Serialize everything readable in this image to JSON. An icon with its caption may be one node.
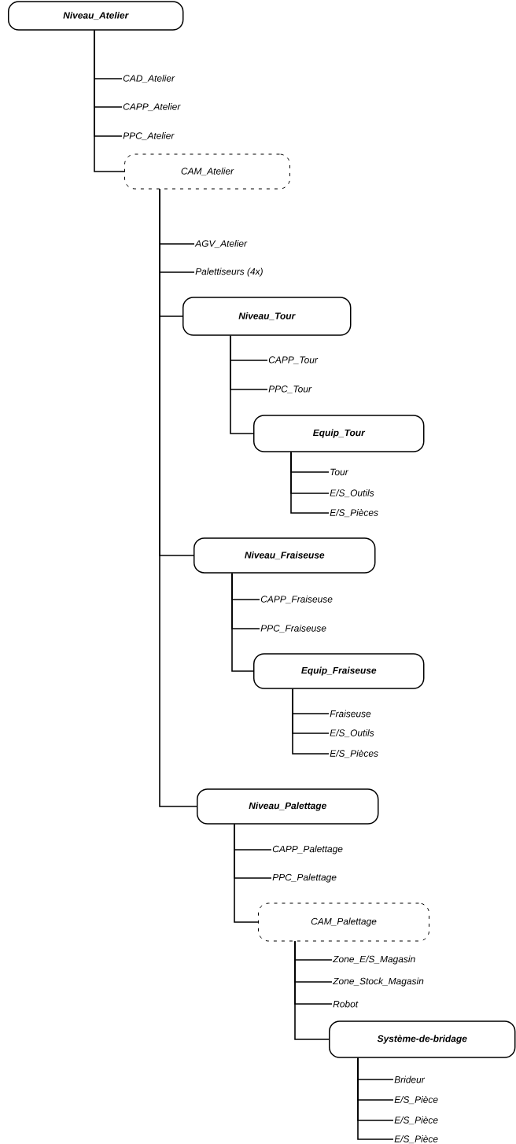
{
  "diagram": {
    "nodes": [
      {
        "text": [
          "Niveau_Atelier"
        ]
      },
      {
        "text": [
          "CAD_Atelier"
        ]
      },
      {
        "text": [
          "CAPP_Atelier"
        ]
      },
      {
        "text": [
          "PPC_Atelier"
        ]
      },
      {
        "text": [
          "CAM_Atelier"
        ]
      },
      {
        "text": [
          "AGV_Atelier"
        ]
      },
      {
        "text": [
          "Palettiseurs (4x)"
        ]
      },
      {
        "text": [
          "Niveau_Tour"
        ]
      },
      {
        "text": [
          "CAPP_Tour"
        ]
      },
      {
        "text": [
          "PPC_Tour"
        ]
      },
      {
        "text": [
          "Equip_Tour"
        ]
      },
      {
        "text": [
          "Tour"
        ]
      },
      {
        "text": [
          "E/S_Outils"
        ]
      },
      {
        "text": [
          "E/S_Pièces"
        ]
      },
      {
        "text": [
          "Niveau_Fraiseuse"
        ]
      },
      {
        "text": [
          "CAPP_Fraiseuse"
        ]
      },
      {
        "text": [
          "PPC_Fraiseuse"
        ]
      },
      {
        "text": [
          "Equip_Fraiseuse"
        ]
      },
      {
        "text": [
          "Fraiseuse"
        ]
      },
      {
        "text": [
          "E/S_Outils"
        ]
      },
      {
        "text": [
          "E/S_Pièces"
        ]
      },
      {
        "text": [
          "Niveau_Palettage"
        ]
      },
      {
        "text": [
          "CAPP_Palettage"
        ]
      },
      {
        "text": [
          "PPC_Palettage"
        ]
      },
      {
        "text": [
          "CAM_Palettage"
        ]
      },
      {
        "text": [
          "Zone_E/S_Magasin"
        ]
      },
      {
        "text": [
          "Zone_Stock_Magasin"
        ]
      },
      {
        "text": [
          "Robot"
        ]
      },
      {
        "text": [
          "Système-de-bridage"
        ]
      },
      {
        "text": [
          "Brideur"
        ]
      },
      {
        "text": [
          "E/S_Pièce"
        ]
      },
      {
        "text": [
          "E/S_Pièce"
        ]
      },
      {
        "text": [
          "E/S_Pièce"
        ]
      }
    ],
    "edges": [
      {
        "from": 0,
        "to": 1,
        "arrow": "none"
      },
      {
        "from": 0,
        "to": 2,
        "arrow": "none"
      },
      {
        "from": 0,
        "to": 3,
        "arrow": "none"
      },
      {
        "from": 0,
        "to": 4,
        "arrow": "none"
      },
      {
        "from": 4,
        "to": 5,
        "arrow": "none"
      },
      {
        "from": 4,
        "to": 6,
        "arrow": "none"
      },
      {
        "from": 4,
        "to": 7,
        "arrow": "none"
      },
      {
        "from": 4,
        "to": 14,
        "arrow": "none"
      },
      {
        "from": 4,
        "to": 21,
        "arrow": "none"
      },
      {
        "from": 7,
        "to": 8,
        "arrow": "none"
      },
      {
        "from": 7,
        "to": 9,
        "arrow": "none"
      },
      {
        "from": 7,
        "to": 10,
        "arrow": "none"
      },
      {
        "from": 10,
        "to": 11,
        "arrow": "none"
      },
      {
        "from": 10,
        "to": 12,
        "arrow": "none"
      },
      {
        "from": 10,
        "to": 13,
        "arrow": "none"
      },
      {
        "from": 14,
        "to": 15,
        "arrow": "none"
      },
      {
        "from": 14,
        "to": 16,
        "arrow": "none"
      },
      {
        "from": 14,
        "to": 17,
        "arrow": "none"
      },
      {
        "from": 17,
        "to": 18,
        "arrow": "none"
      },
      {
        "from": 17,
        "to": 19,
        "arrow": "none"
      },
      {
        "from": 17,
        "to": 20,
        "arrow": "none"
      },
      {
        "from": 21,
        "to": 22,
        "arrow": "none"
      },
      {
        "from": 21,
        "to": 23,
        "arrow": "none"
      },
      {
        "from": 21,
        "to": 24,
        "arrow": "none"
      },
      {
        "from": 24,
        "to": 25,
        "arrow": "none"
      },
      {
        "from": 24,
        "to": 26,
        "arrow": "none"
      },
      {
        "from": 24,
        "to": 27,
        "arrow": "none"
      },
      {
        "from": 24,
        "to": 28,
        "arrow": "none"
      },
      {
        "from": 28,
        "to": 29,
        "arrow": "none"
      },
      {
        "from": 28,
        "to": 30,
        "arrow": "none"
      },
      {
        "from": 28,
        "to": 31,
        "arrow": "none"
      },
      {
        "from": 28,
        "to": 32,
        "arrow": "none"
      }
    ]
  }
}
